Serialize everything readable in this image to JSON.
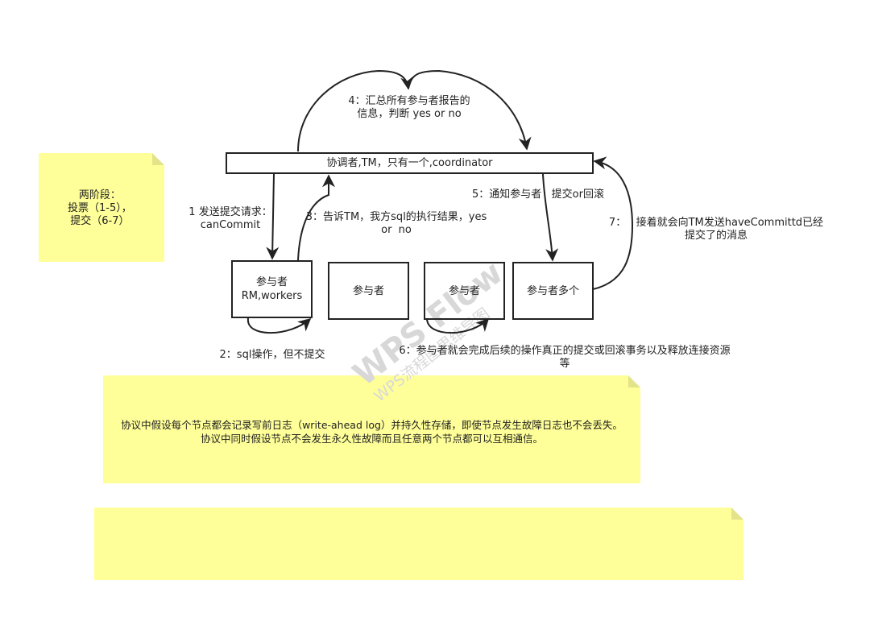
{
  "notes": {
    "two_phase": "两阶段：\n投票（1-5），\n提交（6-7）",
    "assumption_line1": "协议中假设每个节点都会记录写前日志（write-ahead log）并持久性存储，即使节点发生故障日志也不会丢失。",
    "assumption_line2": "协议中同时假设节点不会发生永久性故障而且任意两个节点都可以互相通信。",
    "empty": ""
  },
  "nodes": {
    "coordinator": "协调者,TM，只有一个,coordinator",
    "participant1": "参与者\nRM,workers",
    "participant2": "参与者",
    "participant3": "参与者",
    "participant4": "参与者多个"
  },
  "labels": {
    "step4": "4：汇总所有参与者报告的\n信息，判断 yes or no",
    "step1": "1 发送提交请求：\ncanCommit",
    "step3": "3：告诉TM，我方sql的执行结果，yes\nor  no",
    "step5": "5：通知参与者   提交or回滚",
    "step7": "7：   接着就会向TM发送haveCommittd已经\n提交了的消息",
    "step2": "2：sql操作，但不提交",
    "step6": "6：参与者就会完成后续的操作真正的提交或回滚事务以及释放连接资源\n等"
  },
  "watermark": {
    "main": "WPS Flow",
    "sub": "WPS流程图思维导图"
  },
  "colors": {
    "note_fill": "#ffff99",
    "note_fold": "#e3e38a",
    "stroke": "#222222"
  }
}
